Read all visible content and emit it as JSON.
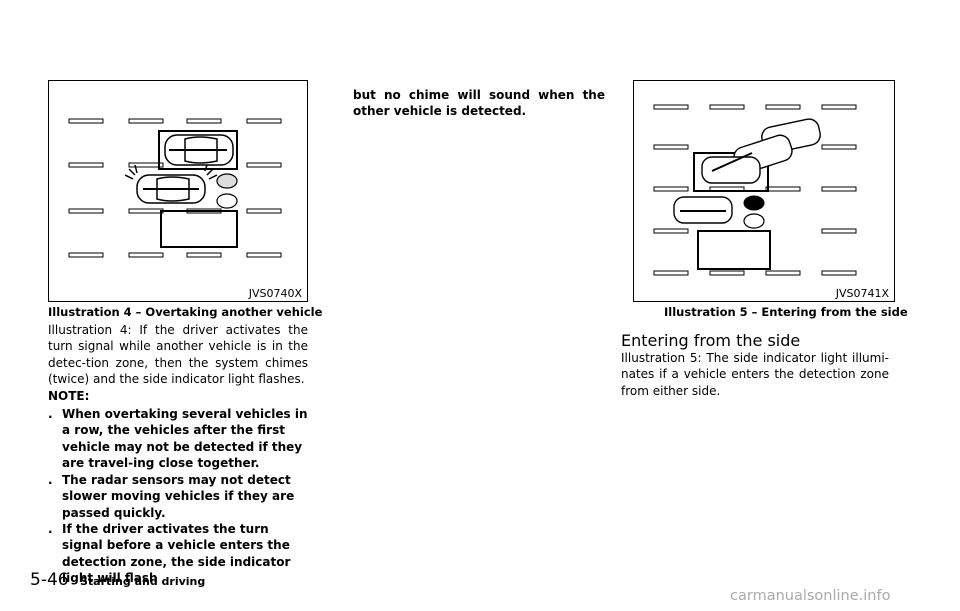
{
  "figure4": {
    "code": "JVS0740X",
    "caption": "Illustration 4 – Overtaking another vehicle"
  },
  "figure5": {
    "code": "JVS0741X",
    "caption": "Illustration 5 – Entering from the side"
  },
  "left_column": {
    "paragraph": "Illustration 4: If the driver activates the turn signal while another vehicle is in the detec-tion zone, then the system chimes (twice) and the side indicator light flashes.",
    "note_label": "NOTE:",
    "bullets": [
      "When overtaking several vehicles in a row, the vehicles after the first vehicle may not be detected if they are travel-ing close together.",
      "The radar sensors may not detect slower moving vehicles if they are passed quickly.",
      "If the driver activates the turn signal before a vehicle enters the detection zone, the side indicator light will flash"
    ],
    "bullet_symbol": "."
  },
  "middle_column": {
    "paragraph": "but no chime will sound when the other vehicle is detected."
  },
  "right_column": {
    "heading": "Entering from the side",
    "paragraph": "Illustration 5: The side indicator light illumi-nates if a vehicle enters the detection zone from either side."
  },
  "footer": {
    "page_number": "5-46",
    "section": "Starting and driving"
  },
  "watermark": "carmanualsonline.info"
}
